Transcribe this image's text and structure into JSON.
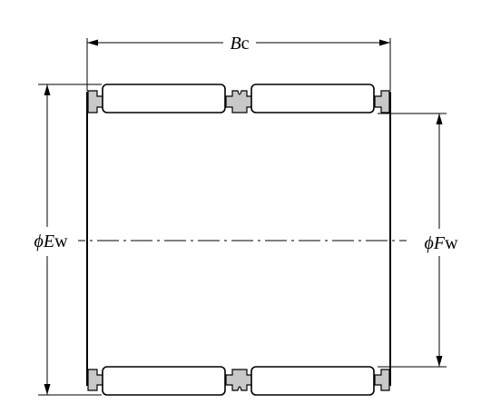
{
  "dimensions": {
    "width_label": {
      "symbol": "",
      "variable": "B",
      "suffix": "c"
    },
    "outer_diameter_label": {
      "symbol": "ϕ",
      "variable": "E",
      "suffix": "w"
    },
    "inner_diameter_label": {
      "symbol": "ϕ",
      "variable": "F",
      "suffix": "w"
    }
  }
}
